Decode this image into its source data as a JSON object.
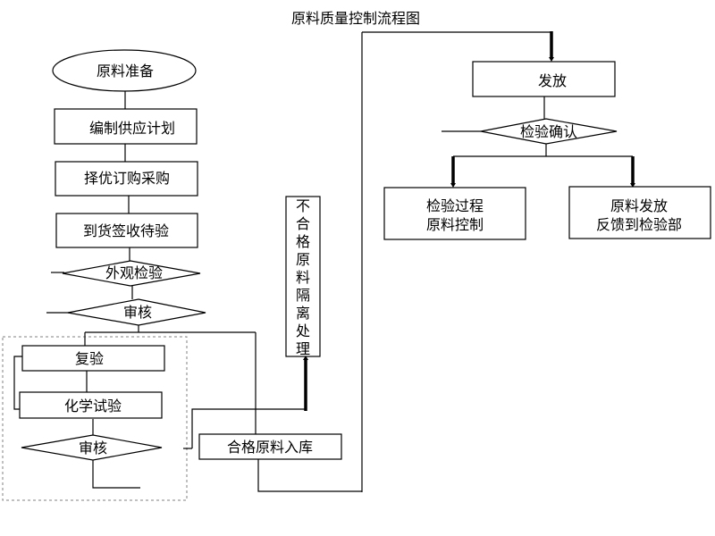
{
  "title": "原料质量控制流程图",
  "nodes": {
    "start": "原料准备",
    "plan": "编制供应计划",
    "purchase": "择优订购采购",
    "receive": "到货签收待验",
    "visual_check": "外观检验",
    "review1": "审核",
    "recheck": "复验",
    "chem_test": "化学试验",
    "review2": "审核",
    "reject": [
      "不",
      "合",
      "格",
      "原",
      "料",
      "隔",
      "离",
      "处",
      "理"
    ],
    "store": "合格原料入库",
    "release": "发放",
    "confirm": "检验确认",
    "process_control": [
      "检验过程",
      "原料控制"
    ],
    "feedback": [
      "原料发放",
      "反馈到检验部"
    ]
  },
  "colors": {
    "stroke": "#000000",
    "background": "#ffffff",
    "dashed_group": "#808080"
  }
}
